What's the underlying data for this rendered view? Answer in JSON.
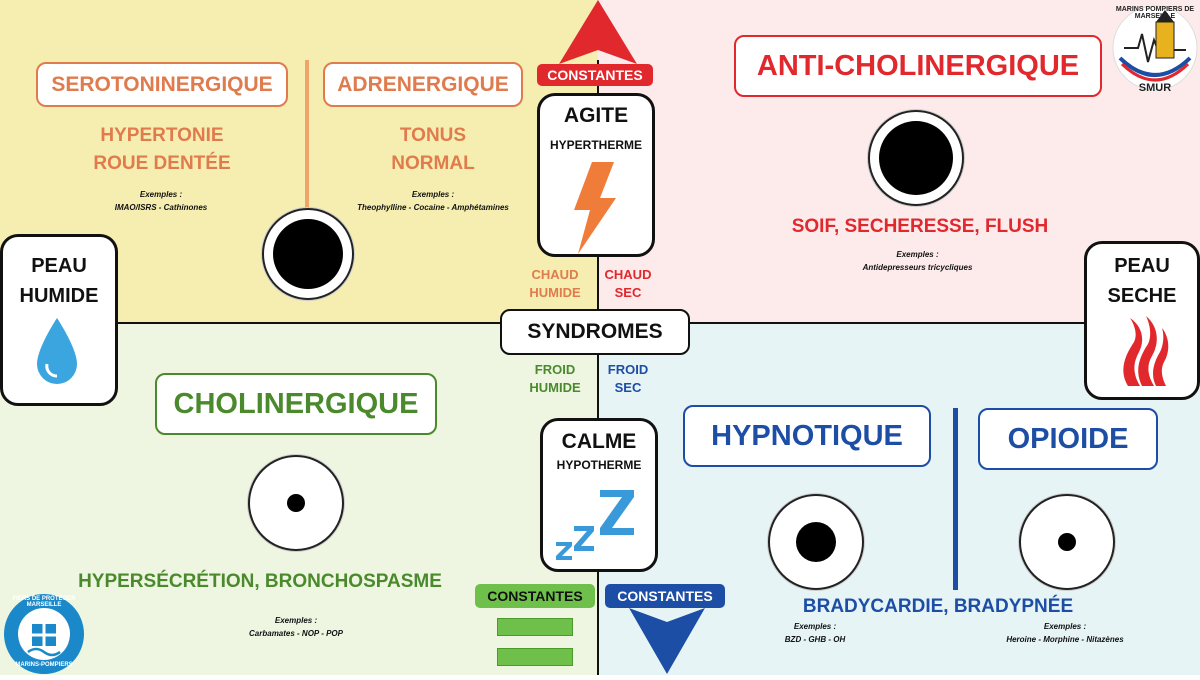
{
  "colors": {
    "orange": "#e07b4d",
    "red": "#e0282d",
    "green": "#4a8a2c",
    "blue": "#1d4ea6"
  },
  "center": {
    "label": "SYNDROMES"
  },
  "top": {
    "arrow_label": "CONSTANTES",
    "state": "AGITE",
    "temp": "HYPERTHERME",
    "icon": "lightning-icon"
  },
  "bottom": {
    "state": "CALME",
    "temp": "HYPOTHERME",
    "icon": "sleep-zzz-icon",
    "green_label": "CONSTANTES",
    "blue_label": "CONSTANTES"
  },
  "left_skin": {
    "line1": "PEAU",
    "line2": "HUMIDE",
    "icon": "water-drop-icon"
  },
  "right_skin": {
    "line1": "PEAU",
    "line2": "SECHE",
    "icon": "flame-icon"
  },
  "quadrant_captions": {
    "hot_wet": [
      "CHAUD",
      "HUMIDE"
    ],
    "hot_dry": [
      "CHAUD",
      "SEC"
    ],
    "cold_wet": [
      "FROID",
      "HUMIDE"
    ],
    "cold_dry": [
      "FROID",
      "SEC"
    ]
  },
  "serotonin": {
    "title": "SEROTONINERGIQUE",
    "sign1": "HYPERTONIE",
    "sign2": "ROUE DENTÉE",
    "ex_label": "Exemples :",
    "ex": "IMAO/ISRS - Cathinones"
  },
  "adrenergic": {
    "title": "ADRENERGIQUE",
    "sign1": "TONUS",
    "sign2": "NORMAL",
    "ex_label": "Exemples :",
    "ex": "Theophylline - Cocaine - Amphétamines"
  },
  "anticholinergic": {
    "title": "ANTI-CHOLINERGIQUE",
    "sign": "SOIF, SECHERESSE, FLUSH",
    "ex_label": "Exemples :",
    "ex": "Antidepresseurs tricycliques"
  },
  "cholinergic": {
    "title": "CHOLINERGIQUE",
    "sign": "HYPERSÉCRÉTION, BRONCHOSPASME",
    "ex_label": "Exemples :",
    "ex": "Carbamates - NOP - POP"
  },
  "hypnotic": {
    "title": "HYPNOTIQUE",
    "ex_label": "Exemples :",
    "ex": "BZD - GHB - OH"
  },
  "opioid": {
    "title": "OPIOIDE",
    "ex_label": "Exemples :",
    "ex": "Heroine - Morphine - Nitazènes"
  },
  "shared_sign": "BRADYCARDIE, BRADYPNÉE",
  "logo_top": {
    "ring_text": "MARINS POMPIERS DE MARSEILLE",
    "bottom_text": "SMUR"
  },
  "logo_bottom": {
    "ring_text": "FIERS DE PROTÉGER MARSEILLE",
    "bottom_text": "MARINS-POMPIERS"
  }
}
